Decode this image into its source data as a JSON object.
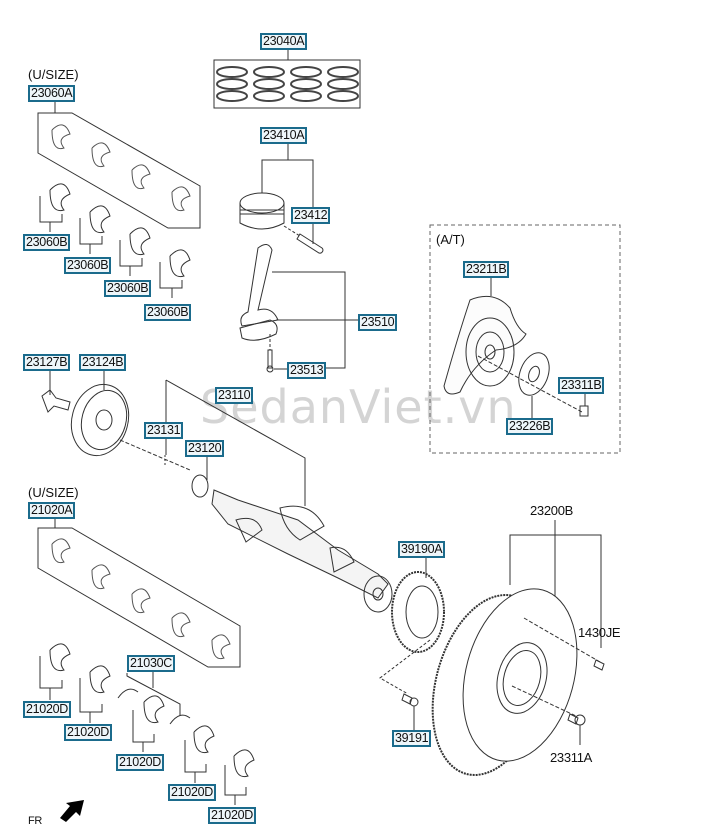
{
  "diagram": {
    "title_note_upper": "(U/SIZE)",
    "title_note_lower": "(U/SIZE)",
    "at_group_note": "(A/T)",
    "watermark": "SedanViet.vn",
    "label_border_color": "#1b6b8c",
    "label_fill_color": "#eef6fa",
    "parts": [
      {
        "id": "p23040A",
        "code": "23040A",
        "name": "piston ring set",
        "boxed": true
      },
      {
        "id": "p23060A",
        "code": "23060A",
        "name": "connecting rod bearing set (u/size)",
        "boxed": true
      },
      {
        "id": "p23060B_1",
        "code": "23060B",
        "name": "connecting rod bearing",
        "boxed": true
      },
      {
        "id": "p23060B_2",
        "code": "23060B",
        "name": "connecting rod bearing",
        "boxed": true
      },
      {
        "id": "p23060B_3",
        "code": "23060B",
        "name": "connecting rod bearing",
        "boxed": true
      },
      {
        "id": "p23060B_4",
        "code": "23060B",
        "name": "connecting rod bearing",
        "boxed": true
      },
      {
        "id": "p23410A",
        "code": "23410A",
        "name": "piston & pin assembly",
        "boxed": true
      },
      {
        "id": "p23412",
        "code": "23412",
        "name": "piston pin",
        "boxed": true
      },
      {
        "id": "p23510",
        "code": "23510",
        "name": "connecting rod assembly",
        "boxed": true
      },
      {
        "id": "p23513",
        "code": "23513",
        "name": "connecting rod bolt",
        "boxed": true
      },
      {
        "id": "p23211B",
        "code": "23211B",
        "name": "drive plate",
        "boxed": true
      },
      {
        "id": "p23311B",
        "code": "23311B",
        "name": "drive plate bolt",
        "boxed": true
      },
      {
        "id": "p23226B",
        "code": "23226B",
        "name": "adapter plate",
        "boxed": true
      },
      {
        "id": "p23127B",
        "code": "23127B",
        "name": "damper pulley bolt",
        "boxed": true
      },
      {
        "id": "p23124B",
        "code": "23124B",
        "name": "crankshaft damper pulley",
        "boxed": true
      },
      {
        "id": "p23110",
        "code": "23110",
        "name": "crankshaft",
        "boxed": true
      },
      {
        "id": "p23131",
        "code": "23131",
        "name": "key",
        "boxed": true
      },
      {
        "id": "p23120",
        "code": "23120",
        "name": "crankshaft sprocket",
        "boxed": true
      },
      {
        "id": "p21020A",
        "code": "21020A",
        "name": "main bearing set (u/size)",
        "boxed": true
      },
      {
        "id": "p21030C",
        "code": "21030C",
        "name": "thrust bearing",
        "boxed": true
      },
      {
        "id": "p21020D_1",
        "code": "21020D",
        "name": "main bearing",
        "boxed": true
      },
      {
        "id": "p21020D_2",
        "code": "21020D",
        "name": "main bearing",
        "boxed": true
      },
      {
        "id": "p21020D_3",
        "code": "21020D",
        "name": "main bearing",
        "boxed": true
      },
      {
        "id": "p21020D_4",
        "code": "21020D",
        "name": "main bearing",
        "boxed": true
      },
      {
        "id": "p21020D_5",
        "code": "21020D",
        "name": "main bearing",
        "boxed": true
      },
      {
        "id": "p39190A",
        "code": "39190A",
        "name": "sensor wheel",
        "boxed": true
      },
      {
        "id": "p39191",
        "code": "39191",
        "name": "sensor wheel screw",
        "boxed": true
      },
      {
        "id": "p23200B",
        "code": "23200B",
        "name": "flywheel assembly",
        "boxed": false
      },
      {
        "id": "p1430JE",
        "code": "1430JE",
        "name": "pin",
        "boxed": false
      },
      {
        "id": "p23311A",
        "code": "23311A",
        "name": "flywheel bolt",
        "boxed": false
      }
    ],
    "front_indicator": "FR"
  }
}
